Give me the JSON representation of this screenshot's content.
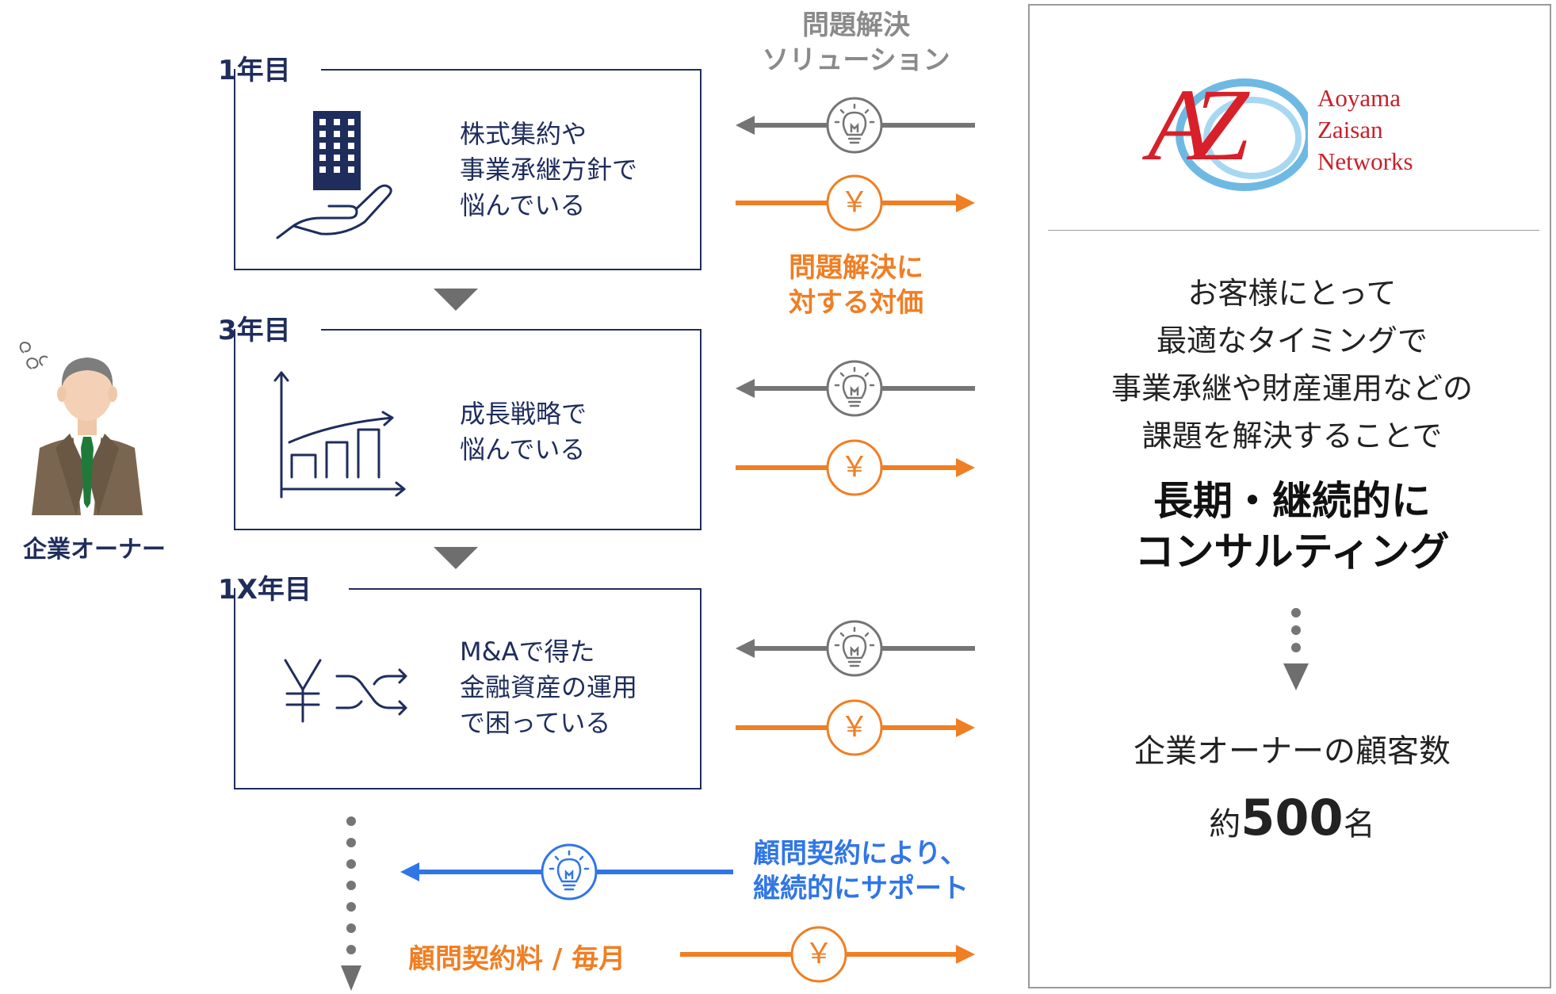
{
  "owner": {
    "label": "企業オーナー"
  },
  "solution_header": {
    "line1": "問題解決",
    "line2": "ソリューション"
  },
  "payment_label": {
    "line1": "問題解決に",
    "line2": "対する対価"
  },
  "yen_symbol": "￥",
  "stages": [
    {
      "year": "1年目",
      "lines": [
        "株式集約や",
        "事業承継方針で",
        "悩んでいる"
      ],
      "icon": "building-hand-icon"
    },
    {
      "year": "3年目",
      "lines": [
        "成長戦略で",
        "悩んでいる"
      ],
      "icon": "growth-chart-icon"
    },
    {
      "year": "1X年目",
      "lines": [
        "M&Aで得た",
        "金融資産の運用",
        "で困っている"
      ],
      "icon": "yen-shuffle-icon"
    }
  ],
  "advisory": {
    "support_line1": "顧問契約により、",
    "support_line2": "継続的にサポート",
    "fee_label": "顧問契約料 / 毎月"
  },
  "company": {
    "logo_mark": "AZ",
    "logo_line1": "Aoyama",
    "logo_line2": "Zaisan",
    "logo_line3": "Networks",
    "desc_lines": [
      "お客様にとって",
      "最適なタイミングで",
      "事業承継や財産運用などの",
      "課題を解決することで"
    ],
    "headline1": "長期・継続的に",
    "headline2": "コンサルティング",
    "clients_label": "企業オーナーの顧客数",
    "count_prefix": "約",
    "count_value": "500",
    "count_suffix": "名"
  },
  "colors": {
    "navy": "#1f2d5c",
    "orange": "#f07e23",
    "grey": "#757575",
    "blue": "#3076e6",
    "logo_red": "#d7202a",
    "logo_blue": "#4aa8dc"
  }
}
